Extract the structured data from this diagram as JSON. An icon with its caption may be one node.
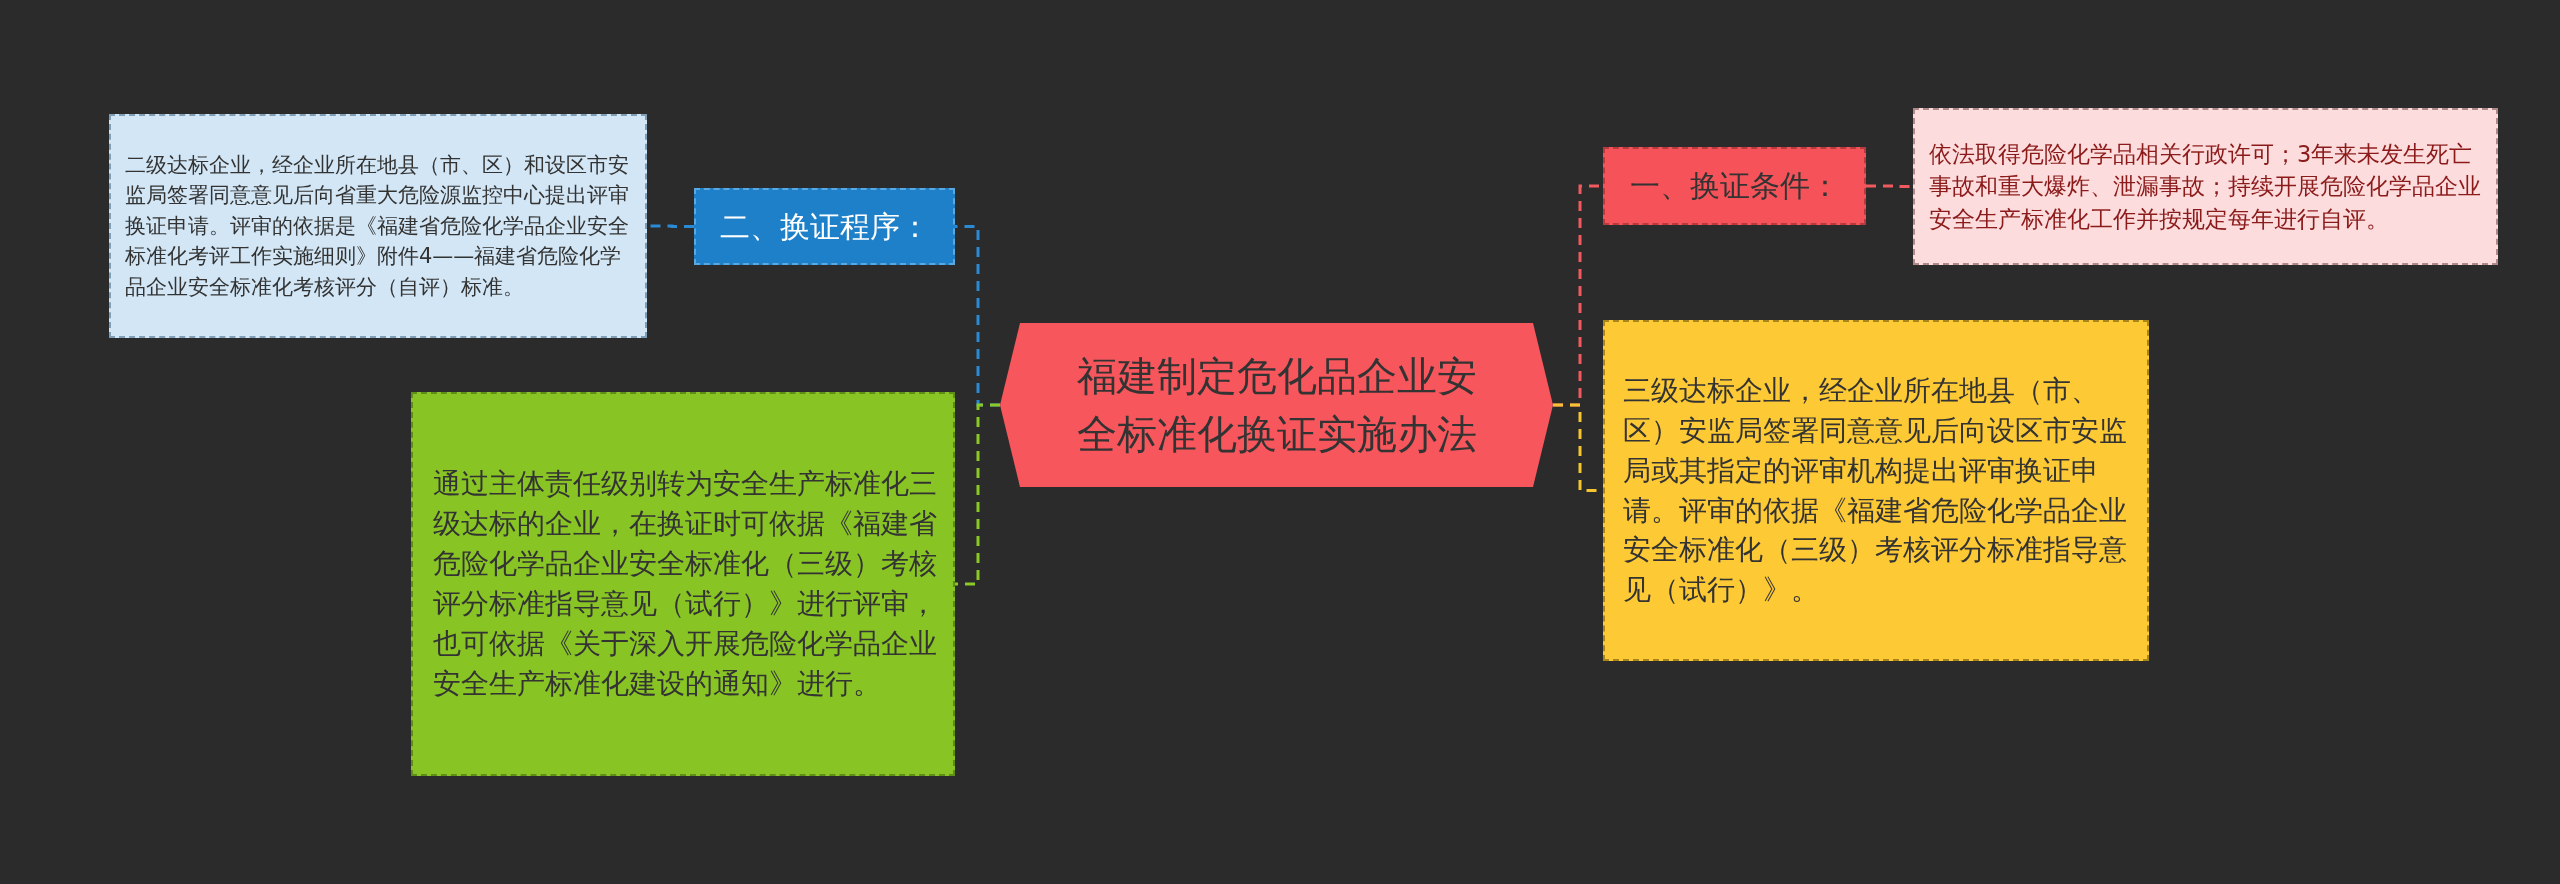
{
  "diagram": {
    "nodes": [
      {
        "text": [
          "福建制定危化品企业安全标准化换证实施办法"
        ]
      },
      {
        "text": [
          "二、换证程序："
        ]
      },
      {
        "text": [
          "二级达标企业，经企业所在地县（市、区）和设区市安监局签署同意意见后向省重大危险源监控中心提出评审换证申请。评审的依据是《福建省危险化学品企业安全标准化考评工作实施细则》附件4——福建省危险化学品企业安全标准化考核评分（自评）标准。"
        ]
      },
      {
        "text": [
          "通过主体责任级别转为安全生产标准化三级达标的企业，在换证时可依据《福建省危险化学品企业安全标准化（三级）考核评分标准指导意见（试行）》进行评审，也可依据《关于深入开展危险化学品企业安全生产标准化建设的通知》进行。"
        ]
      },
      {
        "text": [
          "一、换证条件："
        ]
      },
      {
        "text": [
          "依法取得危险化学品相关行政许可；3年来未发生死亡事故和重大爆炸、泄漏事故；持续开展危险化学品企业安全生产标准化工作并按规定每年进行自评。"
        ]
      },
      {
        "text": [
          "三级达标企业，经企业所在地县（市、区）安监局签署同意意见后向设区市安监局或其指定的评审机构提出评审换证申请。评审的依据《福建省危险化学品企业安全标准化（三级）考核评分标准指导意见（试行）》。"
        ]
      }
    ],
    "edges": [
      {
        "from": 0,
        "to": 1,
        "arrow": "none",
        "style": "dashed",
        "color": "#2a8ad4"
      },
      {
        "from": 1,
        "to": 2,
        "arrow": "none",
        "style": "dashed",
        "color": "#2a8ad4"
      },
      {
        "from": 0,
        "to": 3,
        "arrow": "none",
        "style": "dashed",
        "color": "#8bc924"
      },
      {
        "from": 0,
        "to": 4,
        "arrow": "none",
        "style": "dashed",
        "color": "#f05a5f"
      },
      {
        "from": 4,
        "to": 5,
        "arrow": "none",
        "style": "dashed",
        "color": "#f05a5f"
      },
      {
        "from": 0,
        "to": 6,
        "arrow": "none",
        "style": "dashed",
        "color": "#f5c531"
      }
    ]
  }
}
